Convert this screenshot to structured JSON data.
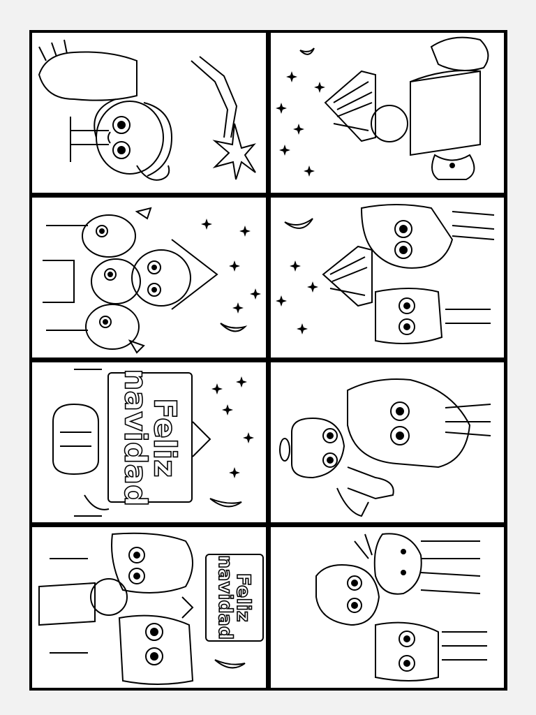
{
  "sheet": {
    "cards": [
      {
        "id": 1,
        "scene": "shepherd-and-star"
      },
      {
        "id": 2,
        "scene": "manger-with-animals"
      },
      {
        "id": 3,
        "scene": "three-kings"
      },
      {
        "id": 4,
        "scene": "mary-and-joseph-at-stable"
      },
      {
        "id": 5,
        "scene": "feliz-navidad-sign-and-stable"
      },
      {
        "id": 6,
        "scene": "angel-and-mary"
      },
      {
        "id": 7,
        "scene": "holy-family-with-sign"
      },
      {
        "id": 8,
        "scene": "family-with-donkey"
      }
    ],
    "greeting_large": {
      "line1": "Feliz",
      "line2": "navidad"
    },
    "greeting_small": {
      "line1": "Feliz",
      "line2": "navidad"
    }
  },
  "colors": {
    "line": "#000000",
    "paper": "#ffffff",
    "background": "#f2f2f2"
  }
}
